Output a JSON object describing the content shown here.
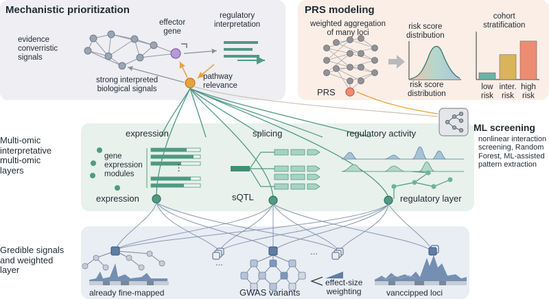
{
  "mech": {
    "title": "Mechanistic prioritization",
    "evidence": "evidence\nconverristic\nsignals",
    "effector": "effector\ngene",
    "regulatory": "regulatory\ninterpretation",
    "strong": "strong interpreted\nbiological signals",
    "pathway": "pathway\nrelevance"
  },
  "prs": {
    "title": "PRS modeling",
    "weighted": "weighted aggregation\nof many loci",
    "dist_top": "risk score\ndistribution",
    "dist_bottom": "risk score\ndistribution",
    "label": "PRS",
    "cohort": "cohort\nstratification",
    "bars": [
      {
        "label": "low\nrisk",
        "value": 0.15,
        "color": "#69b3a8"
      },
      {
        "label": "inter.\nrisk",
        "value": 0.55,
        "color": "#d9b45a"
      },
      {
        "label": "high\nrisk",
        "value": 0.85,
        "color": "#ec8d72"
      }
    ]
  },
  "ml": {
    "title": "ML screening",
    "desc": "nonlinear interaction\nscreening, Random\nForest, ML-assisted\npattern extraction"
  },
  "multi": {
    "side": "Multi-omic\ninterpretative\nmulti-omic\nlayers",
    "expression_head": "expression",
    "splicing_head": "splicing",
    "regulatory_head": "regulatory activity",
    "gene_modules": "gene\nexpression\nmodules",
    "ellipsis": "⋮",
    "expression_foot": "expression",
    "sqtl": "sQTL",
    "regulatory_layer": "regulatory layer"
  },
  "cred": {
    "side": "Gredible signals\nand weighted\nlayer",
    "fine_mapped": "already fine-mapped",
    "gwas": "GWAS variants",
    "effect": "effect-size\nweighting",
    "vanc": "vanccipped loci",
    "dots1": "...",
    "dots2": "..."
  },
  "colors": {
    "panel_gray": "#eeeef3",
    "panel_peach": "#fbeee6",
    "panel_green": "#e8f1ec",
    "panel_blue": "#e9edf4",
    "teal": "#4f9a82",
    "navy": "#3d5a80",
    "purple": "#b59ad6",
    "orange": "#e9a23b"
  }
}
